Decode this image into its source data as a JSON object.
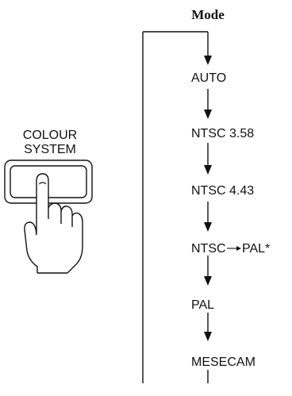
{
  "diagram": {
    "title": "Mode",
    "button": {
      "label_line1": "COLOUR",
      "label_line2": "SYSTEM"
    },
    "modes": [
      {
        "part1": "AUTO",
        "part2": ""
      },
      {
        "part1": "NTSC 3.58",
        "part2": ""
      },
      {
        "part1": "NTSC 4.43",
        "part2": ""
      },
      {
        "part1": "NTSC",
        "part2": "PAL*"
      },
      {
        "part1": "PAL",
        "part2": ""
      },
      {
        "part1": "MESECAM",
        "part2": ""
      }
    ]
  }
}
